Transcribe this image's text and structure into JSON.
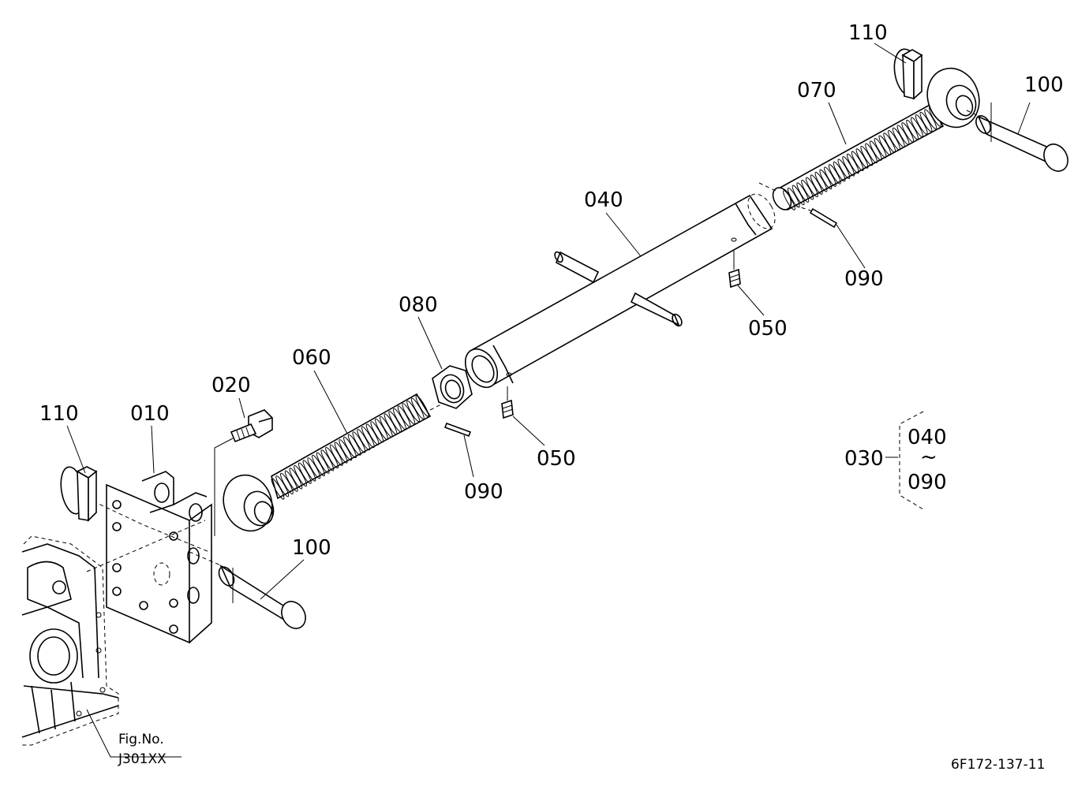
{
  "labels": {
    "p110_left": "110",
    "p010": "010",
    "p020": "020",
    "p060": "060",
    "p080": "080",
    "p040": "040",
    "p070": "070",
    "p110_right": "110",
    "p100_right": "100",
    "p090_right": "090",
    "p050_right": "050",
    "p090_left": "090",
    "p050_left": "050",
    "p100_left": "100"
  },
  "assembly": {
    "label": "030",
    "range_start": "040",
    "range_sep": "~",
    "range_end": "090"
  },
  "reference": {
    "fig_label": "Fig.No.",
    "fig_number": "J301XX"
  },
  "drawing_code": "6F172-137-11"
}
